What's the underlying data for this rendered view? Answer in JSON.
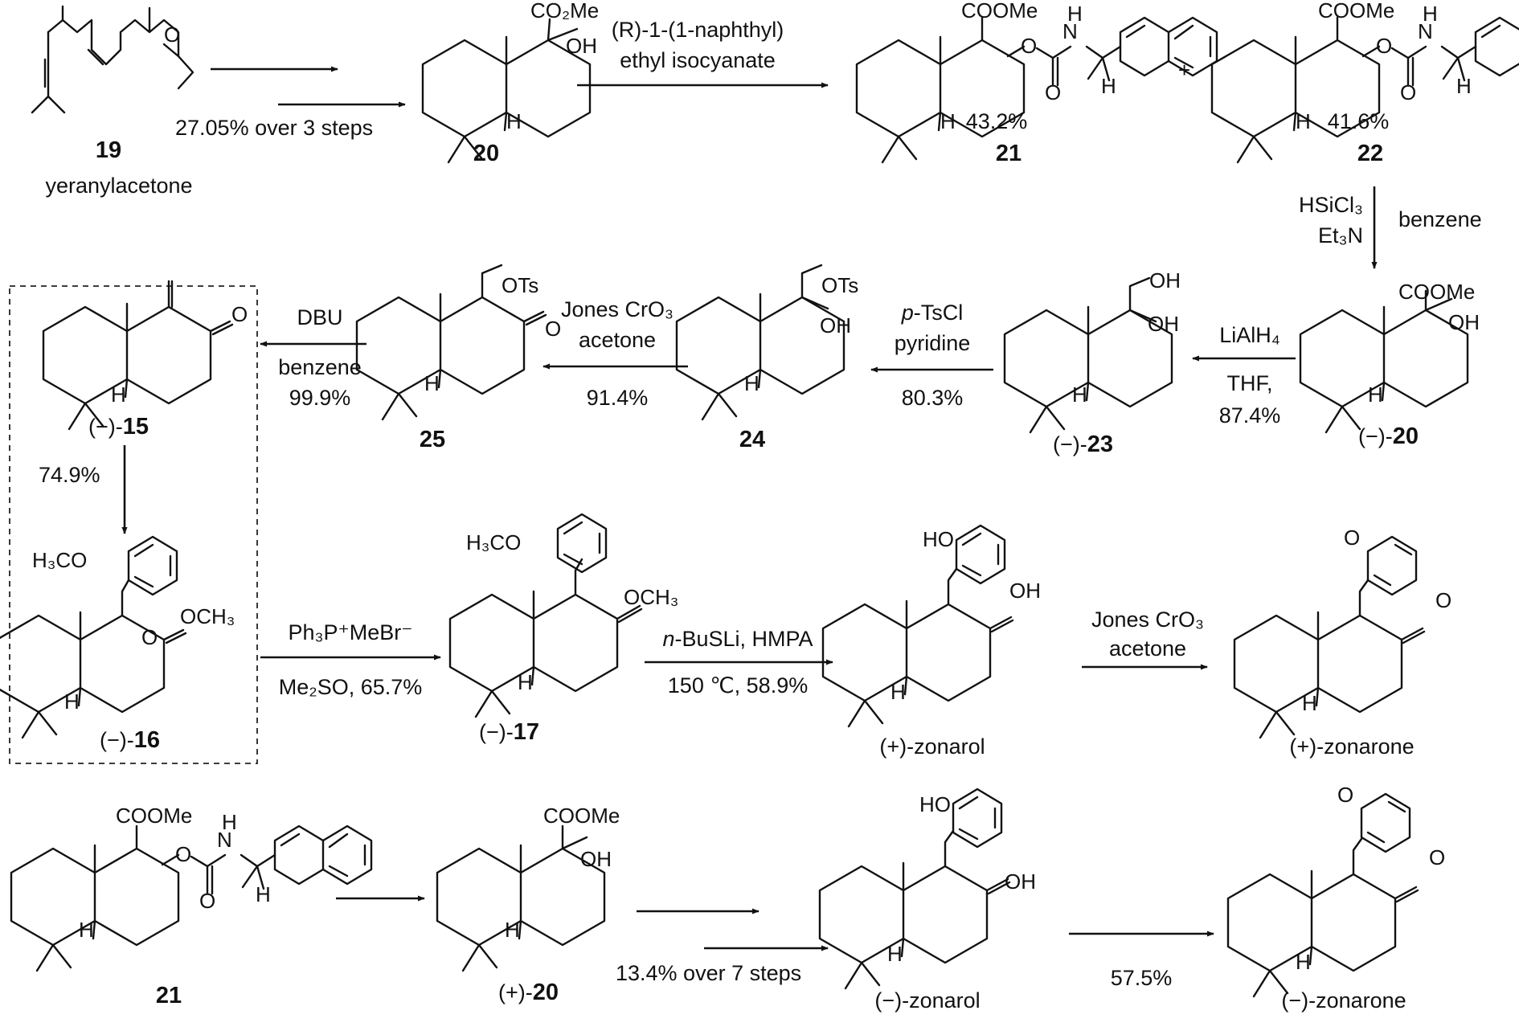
{
  "compounds": {
    "c19": {
      "number": "19",
      "name": "yeranylacetone"
    },
    "c20": {
      "number": "20"
    },
    "c21": {
      "number": "21",
      "yield": "43.2%"
    },
    "c22": {
      "number": "22",
      "yield": "41.6%"
    },
    "m20": {
      "prefix": "(−)-",
      "number": "20"
    },
    "m23": {
      "prefix": "(−)-",
      "number": "23"
    },
    "c24": {
      "number": "24"
    },
    "c25": {
      "number": "25"
    },
    "m15": {
      "prefix": "(−)-",
      "number": "15"
    },
    "m16": {
      "prefix": "(−)-",
      "number": "16"
    },
    "m17": {
      "prefix": "(−)-",
      "number": "17"
    },
    "p_zonarol": {
      "name": "(+)-zonarol"
    },
    "p_zonarone": {
      "name": "(+)-zonarone"
    },
    "c21b": {
      "number": "21"
    },
    "p20": {
      "prefix": "(+)-",
      "number": "20"
    },
    "m_zonarol": {
      "name": "(−)-zonarol"
    },
    "m_zonarone": {
      "name": "(−)-zonarone"
    }
  },
  "atoms": {
    "co2me": "CO₂Me",
    "coome": "COOMe",
    "oh": "OH",
    "h": "H",
    "o": "O",
    "n": "N",
    "ots": "OTs",
    "ho": "HO",
    "h3co": "H₃CO",
    "och3": "OCH₃",
    "plus": "+"
  },
  "reagents": {
    "r1_below": "27.05% over 3 steps",
    "r2_line1": "(R)-1-(1-naphthyl)",
    "r2_line2": "ethyl isocyanate",
    "r3_left_1": "HSiCl₃",
    "r3_left_2": "Et₃N",
    "r3_right": "benzene",
    "r4_1": "LiAlH₄",
    "r4_2": "THF,",
    "r4_3": "87.4%",
    "r5_1": "p-TsCl",
    "r5_2": "pyridine",
    "r5_3": "80.3%",
    "r6_1": "Jones CrO₃",
    "r6_2": "acetone",
    "r6_3": "91.4%",
    "r7_1": "DBU",
    "r7_2": "benzene",
    "r7_3": "99.9%",
    "r8": "74.9%",
    "r9_1": "Ph₃P⁺MeBr⁻",
    "r9_2": "Me₂SO, 65.7%",
    "r10_1": "n-BuSLi, HMPA",
    "r10_2": "150 ℃, 58.9%",
    "r11_1": "Jones CrO₃",
    "r11_2": "acetone",
    "r13": "13.4% over 7 steps",
    "r14": "57.5%"
  }
}
